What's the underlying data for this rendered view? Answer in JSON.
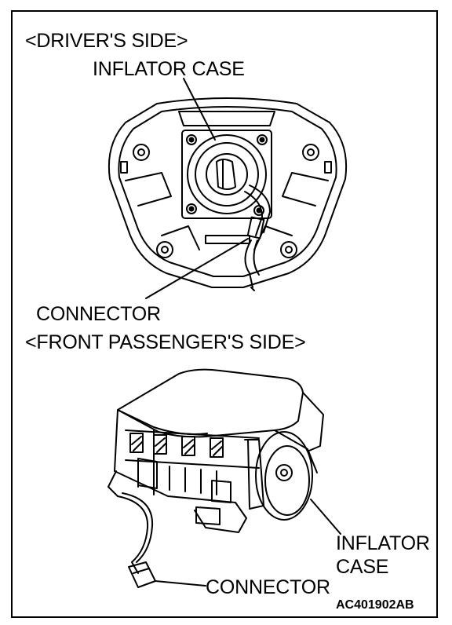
{
  "driver_section": {
    "title": "<DRIVER'S SIDE>",
    "inflator_label": "INFLATOR CASE",
    "connector_label": "CONNECTOR"
  },
  "passenger_section": {
    "title": "<FRONT PASSENGER'S SIDE>",
    "inflator_label_line1": "INFLATOR",
    "inflator_label_line2": "CASE",
    "connector_label": "CONNECTOR"
  },
  "figure_code": "AC401902AB"
}
